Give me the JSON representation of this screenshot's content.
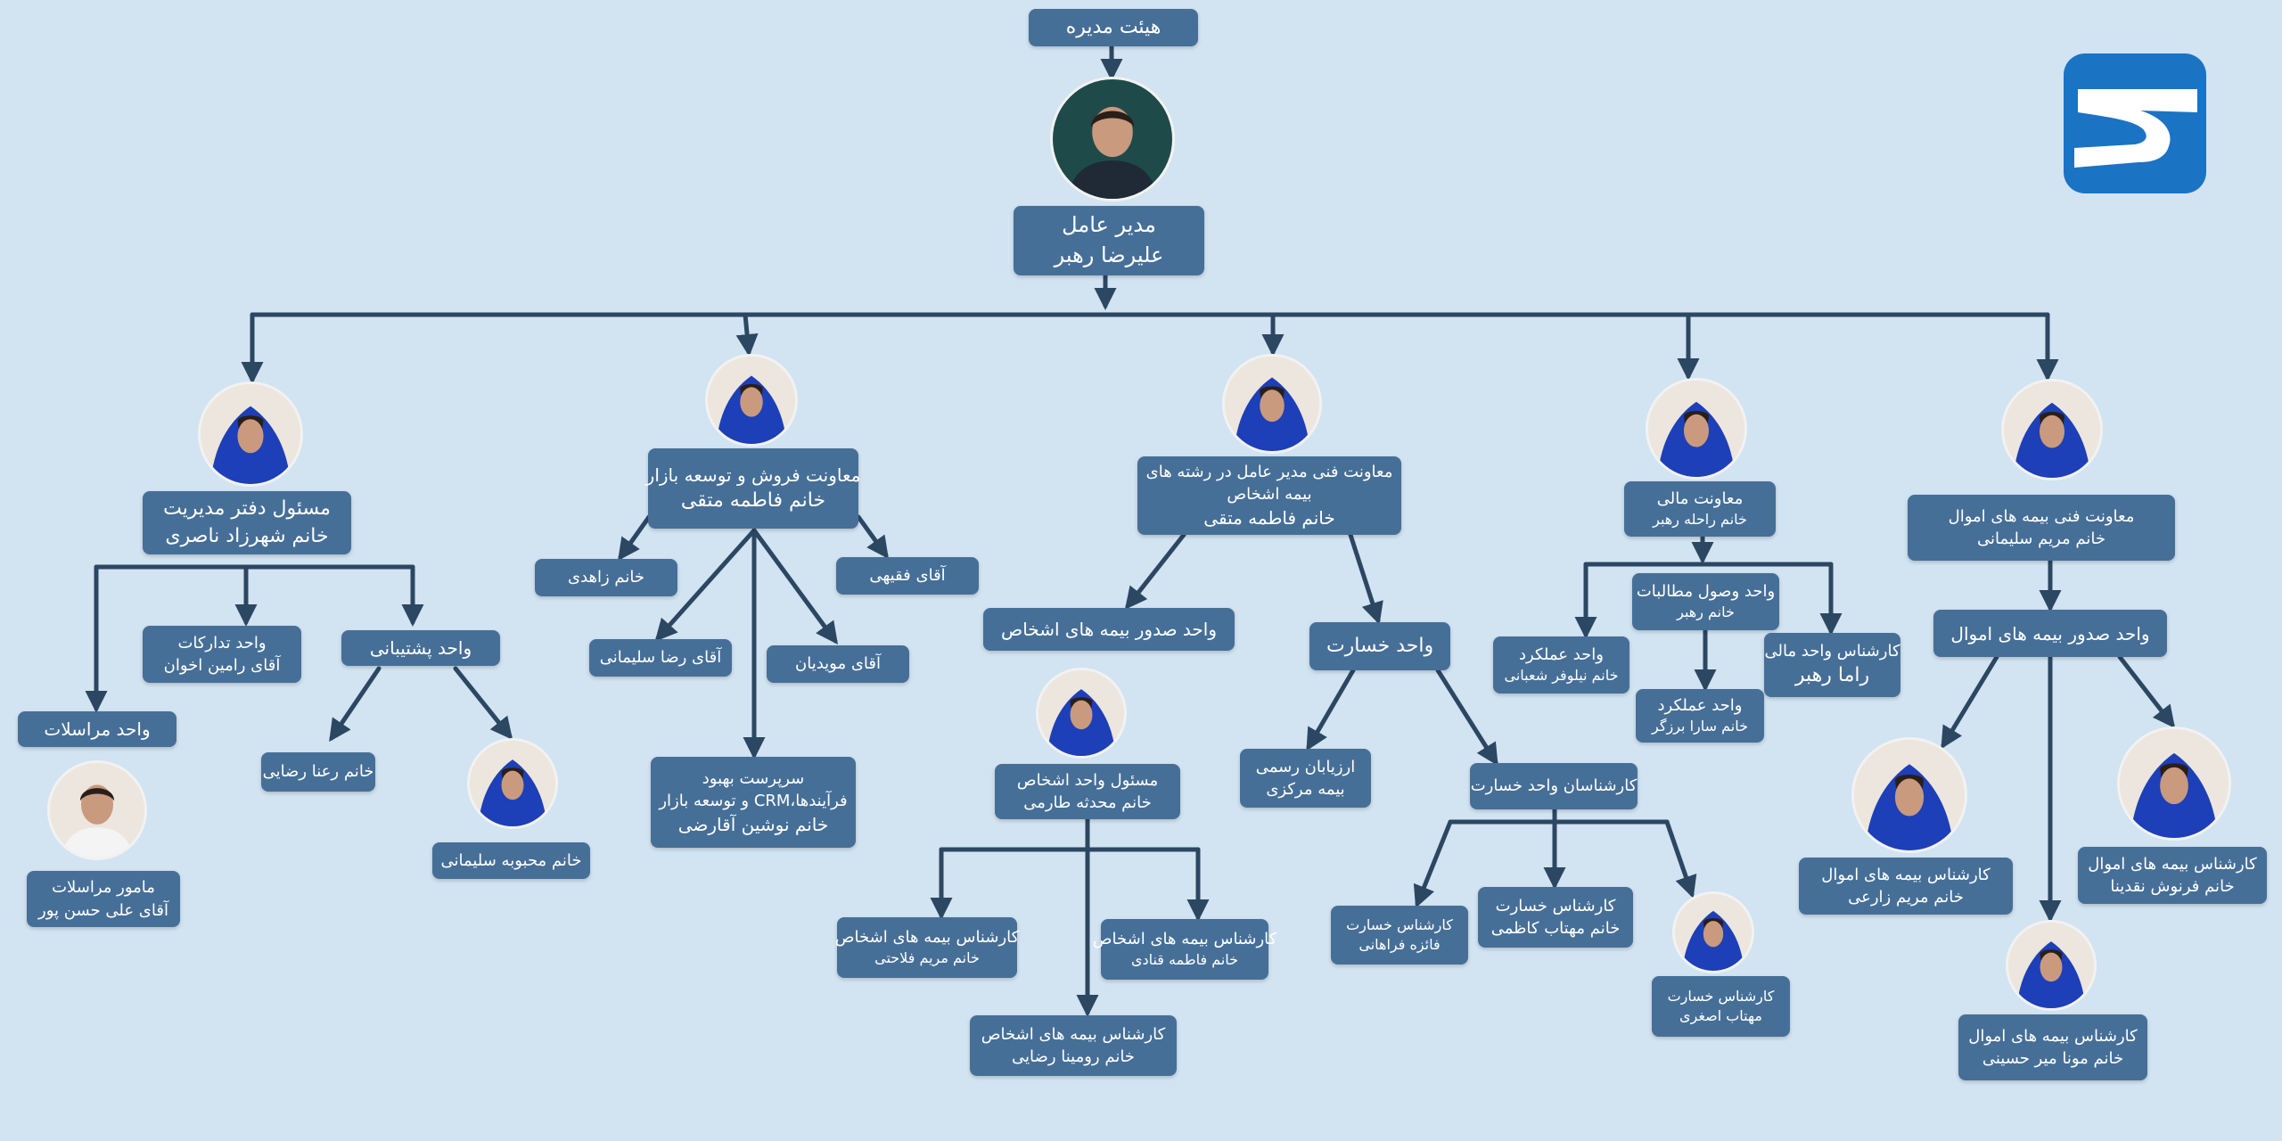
{
  "colors": {
    "background": "#d2e3f1",
    "box": "#466f98",
    "box_text": "#ffffff",
    "connector": "#2c4762",
    "logo": "#1b73c4",
    "hijab": "#1d3fb8"
  },
  "icons": {
    "logo": "company-logo-icon"
  },
  "board": {
    "title": "هیئت مدیره"
  },
  "ceo": {
    "title": "مدیر عامل",
    "name": "علیرضا رهبر"
  },
  "office": {
    "title": "مسئول دفتر مدیریت",
    "name": "خانم شهرزاد ناصری",
    "procurement": {
      "title": "واحد تدارکات",
      "name": "آقای رامین اخوان"
    },
    "support": {
      "title": "واحد پشتیبانی",
      "person1": "خانم رعنا رضایی",
      "person2": "خانم محبوبه سلیمانی"
    },
    "correspondence": {
      "title": "واحد مراسلات",
      "officer_title": "مامور مراسلات",
      "officer_name": "آقای علی حسن پور"
    }
  },
  "sales": {
    "title": "معاونت فروش و توسعه بازار",
    "name": "خانم فاطمه متقی",
    "staff": {
      "zahedi": "خانم زاهدی",
      "faghihi": "آقای فقیهی",
      "soleimani": "آقای رضا سلیمانی",
      "moayedian": "آقای مویدیان"
    },
    "crm": {
      "line1": "سرپرست بهبود",
      "line2": "فرآیندها،CRM و توسعه بازار",
      "name": "خانم نوشین آقارضی"
    }
  },
  "life": {
    "title_line1": "معاونت فنی مدیر عامل در رشته های",
    "title_line2": "بیمه اشخاص",
    "name": "خانم فاطمه متقی",
    "issuance": "واحد صدور بیمه های اشخاص",
    "unit_head": {
      "title": "مسئول واحد اشخاص",
      "name": "خانم محدثه طارمی"
    },
    "expert1": {
      "title": "کارشناس بیمه های اشخاص",
      "name": "خانم مریم فلاحتی"
    },
    "expert2": {
      "title": "کارشناس بیمه های اشخاص",
      "name": "خانم فاطمه قنادی"
    },
    "expert3": {
      "title": "کارشناس بیمه های اشخاص",
      "name": "خانم رومینا رضایی"
    },
    "claims": "واحد خسارت",
    "assessors": {
      "line1": "ارزیابان رسمی",
      "line2": "بیمه مرکزی"
    },
    "claims_experts": "کارشناسان واحد خسارت",
    "claim1": {
      "title": "کارشناس خسارت",
      "name": "فائزه فراهانی"
    },
    "claim2": {
      "title": "کارشناس خسارت",
      "name": "خانم مهتاب کاظمی"
    },
    "claim3": {
      "title": "کارشناس خسارت",
      "name": "مهتاب اصغری"
    }
  },
  "finance": {
    "title": "معاونت مالی",
    "name": "خانم راحله رهبر",
    "collections": {
      "title": "واحد وصول مطالبات",
      "name": "خانم رهبر"
    },
    "performance1": {
      "title": "واحد عملکرد",
      "name": "خانم نیلوفر شعبانی"
    },
    "performance2": {
      "title": "واحد عملکرد",
      "name": "خانم سارا برزگر"
    },
    "expert": {
      "title": "کارشناس واحد مالی",
      "name": "راما رهبر"
    }
  },
  "property": {
    "title": "معاونت فنی بیمه های اموال",
    "name": "خانم مریم سلیمانی",
    "issuance": "واحد صدور بیمه های اموال",
    "expert1": {
      "title": "کارشناس بیمه های اموال",
      "name": "خانم مریم زارعی"
    },
    "expert2": {
      "title": "کارشناس بیمه های اموال",
      "name": "خانم فرنوش نقدینا"
    },
    "expert3": {
      "title": "کارشناس بیمه های اموال",
      "name": "خانم مونا میر حسینی"
    }
  }
}
